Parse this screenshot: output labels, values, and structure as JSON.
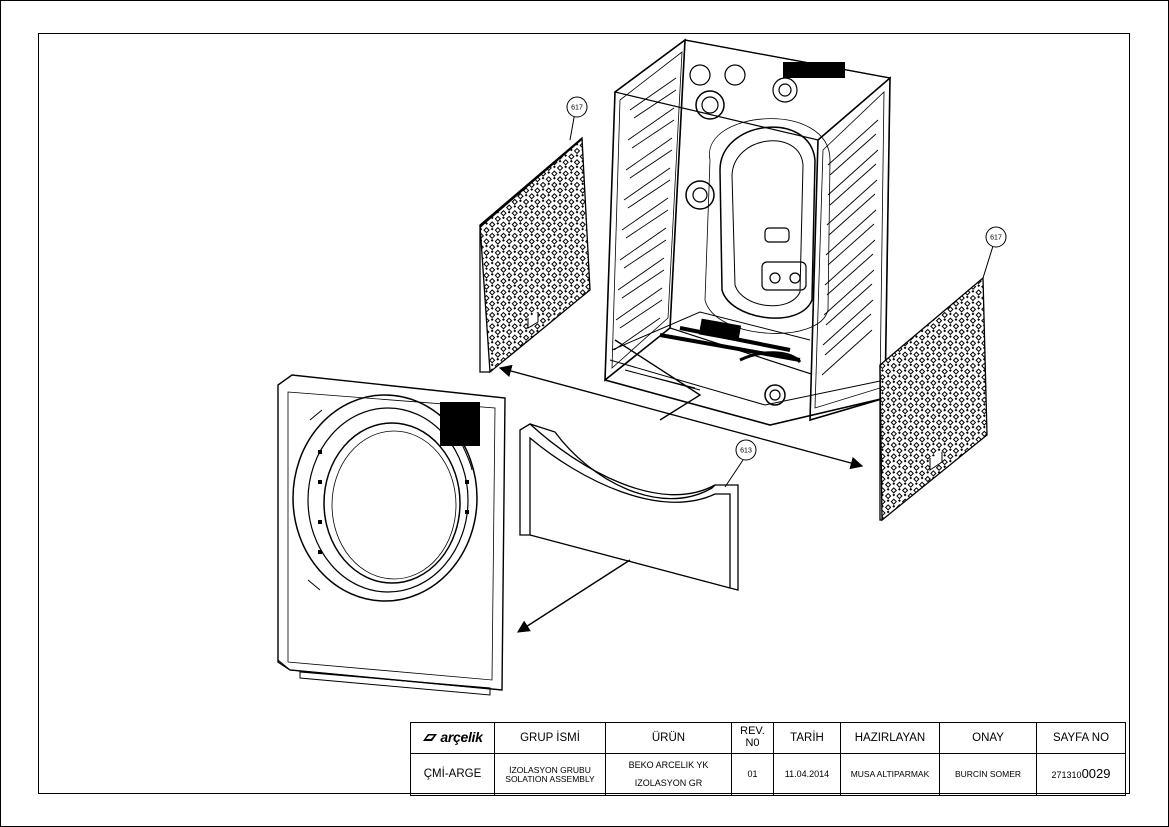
{
  "callouts": {
    "panel_left": "617",
    "panel_right": "617",
    "panel_bottom": "613"
  },
  "title_block": {
    "brand": "arçelik",
    "headers": {
      "group_name": "GRUP İSMİ",
      "product": "ÜRÜN",
      "rev": "REV.\nN0",
      "date": "TARİH",
      "prepared_by": "HAZIRLAYAN",
      "approved": "ONAY",
      "page_no": "SAYFA NO"
    },
    "values": {
      "dept": "ÇMİ-ARGE",
      "group_name": "İZOLASYON GRUBU\nSOLATION ASSEMBLY",
      "product": "BEKO ARCELIK YK\nIZOLASYON GR",
      "rev": "01",
      "date": "11.04.2014",
      "prepared_by": "MUSA ALTIPARMAK",
      "approved": "BURCİN SOMER",
      "page_no_prefix": "271310",
      "page_no_suffix": "0029"
    }
  },
  "colors": {
    "line": "#000000",
    "paper": "#ffffff"
  },
  "icons": {
    "brand_logo": "arcelik-logo-icon"
  }
}
